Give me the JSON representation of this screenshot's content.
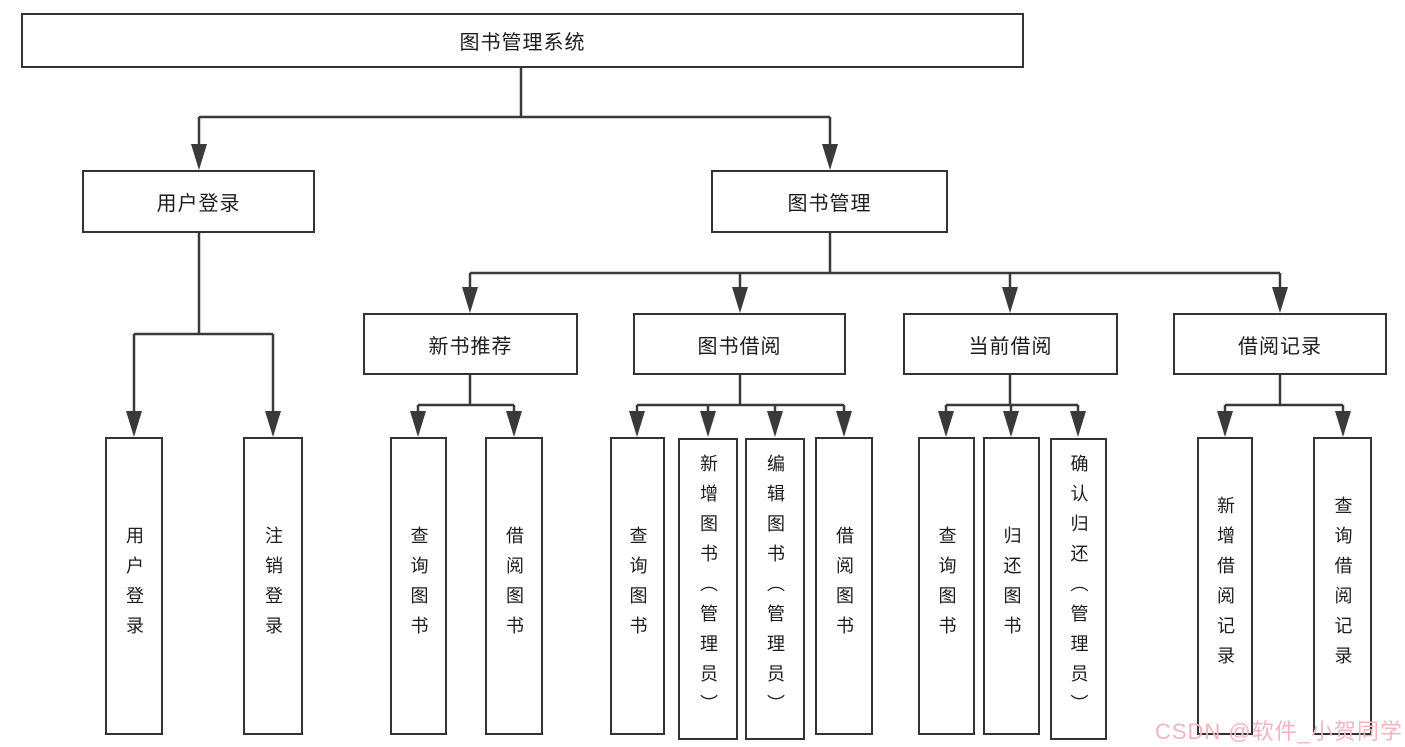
{
  "tree": {
    "label": "图书管理系统",
    "children": [
      {
        "label": "用户登录",
        "children": [
          {
            "label": "用户登录"
          },
          {
            "label": "注销登录"
          }
        ]
      },
      {
        "label": "图书管理",
        "children": [
          {
            "label": "新书推荐",
            "children": [
              {
                "label": "查询图书"
              },
              {
                "label": "借阅图书"
              }
            ]
          },
          {
            "label": "图书借阅",
            "children": [
              {
                "label": "查询图书"
              },
              {
                "label": "新增图书（管理员）"
              },
              {
                "label": "编辑图书（管理员）"
              },
              {
                "label": "借阅图书"
              }
            ]
          },
          {
            "label": "当前借阅",
            "children": [
              {
                "label": "查询图书"
              },
              {
                "label": "归还图书"
              },
              {
                "label": "确认归还（管理员）"
              }
            ]
          },
          {
            "label": "借阅记录",
            "children": [
              {
                "label": "新增借阅记录"
              },
              {
                "label": "查询借阅记录"
              }
            ]
          }
        ]
      }
    ]
  },
  "watermark": {
    "text": "CSDN @软件_小贺同学"
  },
  "colors": {
    "line": "#3a3a3a",
    "box_border": "#333333",
    "box_background": "#ffffff",
    "text": "#1c1c1c",
    "watermark": "#f2b5bf"
  }
}
